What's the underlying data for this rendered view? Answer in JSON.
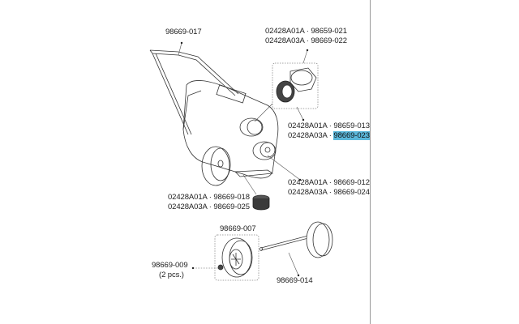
{
  "labels": {
    "handle": "98669-017",
    "cap_set": {
      "line1": "02428A01A · 98659-021",
      "line2": "02428A03A · 98669-022"
    },
    "valve": {
      "line1": "02428A01A · 98659-013",
      "line2_prefix": "02428A03A · ",
      "line2_highlight": "98669-023"
    },
    "drain": {
      "line1": "02428A01A · 98669-012",
      "line2": "02428A03A · 98669-024"
    },
    "foot": {
      "line1": "02428A01A · 98669-018",
      "line2": "02428A03A · 98669-025"
    },
    "wheel": "98669-007",
    "nut": "98669-009",
    "nut_qty": "(2 pcs.)",
    "axle": "98669-014"
  },
  "colors": {
    "highlight": "#5bb8dc"
  }
}
